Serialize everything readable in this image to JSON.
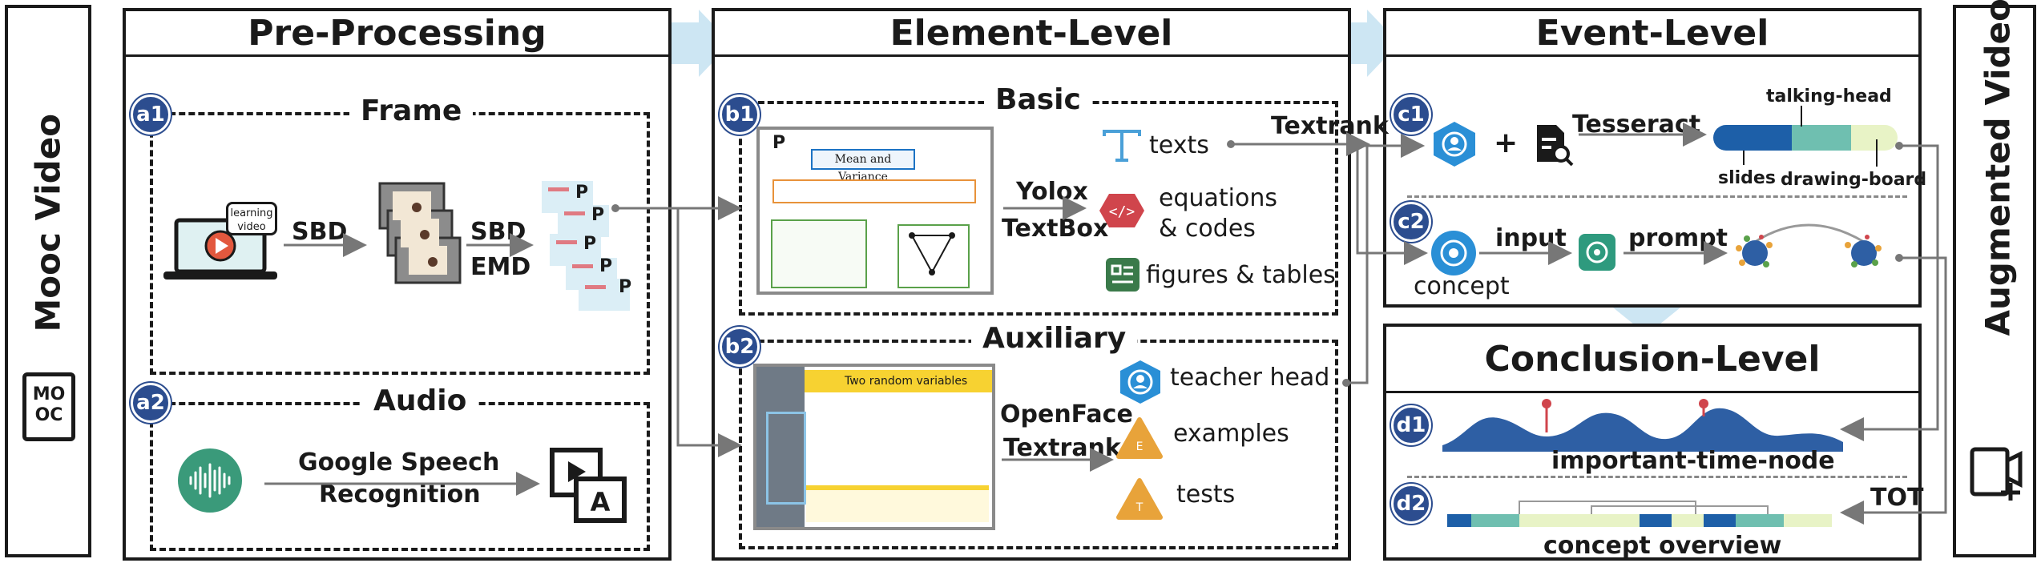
{
  "side": {
    "left": "Mooc Video",
    "right": "Augmented Video",
    "mooc_logo": [
      "MO",
      "OC"
    ]
  },
  "panels": {
    "pre": "Pre-Processing",
    "element": "Element-Level",
    "event": "Event-Level",
    "conclusion": "Conclusion-Level"
  },
  "badges": [
    "a1",
    "a2",
    "b1",
    "b2",
    "c1",
    "c2",
    "d1",
    "d2"
  ],
  "pre": {
    "frame": "Frame",
    "audio": "Audio",
    "bubble": [
      "learning",
      "video"
    ],
    "sbd": "SBD",
    "sbd2": "SBD",
    "emd": "EMD",
    "google": [
      "Google Speech",
      "Recognition"
    ],
    "frame_letter": "P"
  },
  "element": {
    "basic": "Basic",
    "auxiliary": "Auxiliary",
    "slide_p": "P",
    "slide_title": "Mean and Variance",
    "yolox": "Yolox",
    "textbox": "TextBox",
    "texts": "texts",
    "equations": [
      "equations",
      "& codes"
    ],
    "figures": "figures & tables",
    "slide2_title": "Two random variables",
    "openface": "OpenFace",
    "textrank": "Textrank",
    "teacher": "teacher head",
    "examples": "examples",
    "tests": "tests",
    "ex_letter": "E",
    "test_letter": "T"
  },
  "event": {
    "textrank": "Textrank",
    "tesseract": "Tesseract",
    "plus": "+",
    "talking": "talking-head",
    "slides": "slides",
    "drawing": "drawing-board",
    "concept": "concept",
    "input": "input",
    "prompt": "prompt"
  },
  "conclusion": {
    "itn": "important-time-node",
    "overview": "concept overview",
    "tot": "TOT"
  },
  "colors": {
    "badge": "#2c4d8f",
    "arrow": "#cde6f3",
    "teal": "#3a9a8a",
    "blue": "#1c73c4",
    "orange": "#e8a33a",
    "red": "#d0454c",
    "wave": "#2e5fa4"
  }
}
